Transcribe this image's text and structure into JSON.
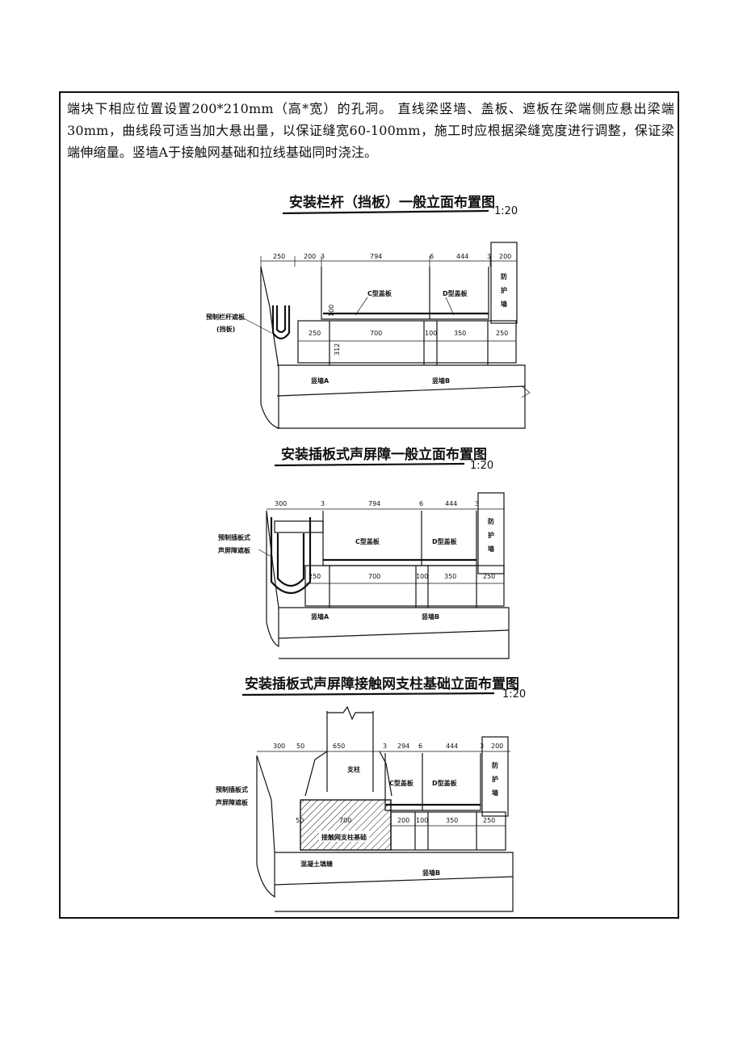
{
  "paragraph": "端块下相应位置设置200*210mm（高*宽）的孔洞。 直线梁竖墙、盖板、遮板在梁端侧应悬出梁端30mm，曲线段可适当加大悬出量，以保证缝宽60-100mm，施工时应根据梁缝宽度进行调整，保证梁端伸缩量。竖墙A于接触网基础和拉线基础同时浇注。",
  "figures": [
    {
      "title": "安装栏杆（挡板）一般立面布置图",
      "scale": "1:20",
      "top_dims": [
        "250",
        "200",
        "3",
        "794",
        "6",
        "444",
        "3",
        "200"
      ],
      "mid_dims": [
        "250",
        "700",
        "100",
        "350",
        "250"
      ],
      "vert_dims": [
        "100",
        "312"
      ],
      "labels": {
        "panel": "预制栏杆遮板\n(挡板)",
        "cover_c": "C型盖板",
        "cover_d": "D型盖板",
        "guard": "防\n护\n墙",
        "wall_a": "竖墙A",
        "wall_b": "竖墙B"
      }
    },
    {
      "title": "安装插板式声屏障一般立面布置图",
      "scale": "1:20",
      "top_dims": [
        "300",
        "3",
        "794",
        "6",
        "444",
        "3"
      ],
      "mid_dims": [
        "250",
        "700",
        "100",
        "350",
        "250"
      ],
      "labels": {
        "panel": "预制插板式\n声屏障遮板",
        "cover_c": "C型盖板",
        "cover_d": "D型盖板",
        "guard": "防\n护\n墙",
        "wall_a": "竖墙A",
        "wall_b": "竖墙B"
      }
    },
    {
      "title": "安装插板式声屏障接触网支柱基础立面布置图",
      "scale": "1:20",
      "top_dims": [
        "300",
        "50",
        "650",
        "3",
        "294",
        "6",
        "444",
        "3",
        "200"
      ],
      "mid_dims": [
        "50",
        "700",
        "200",
        "100",
        "350",
        "250"
      ],
      "labels": {
        "panel": "预制插板式\n声屏障遮板",
        "pillar": "支柱",
        "cover_c": "C型盖板",
        "cover_d": "D型盖板",
        "guard": "防\n护\n墙",
        "foundation": "接触网支柱基础",
        "concrete": "混凝土填缝",
        "wall_b": "竖墙B"
      }
    }
  ]
}
